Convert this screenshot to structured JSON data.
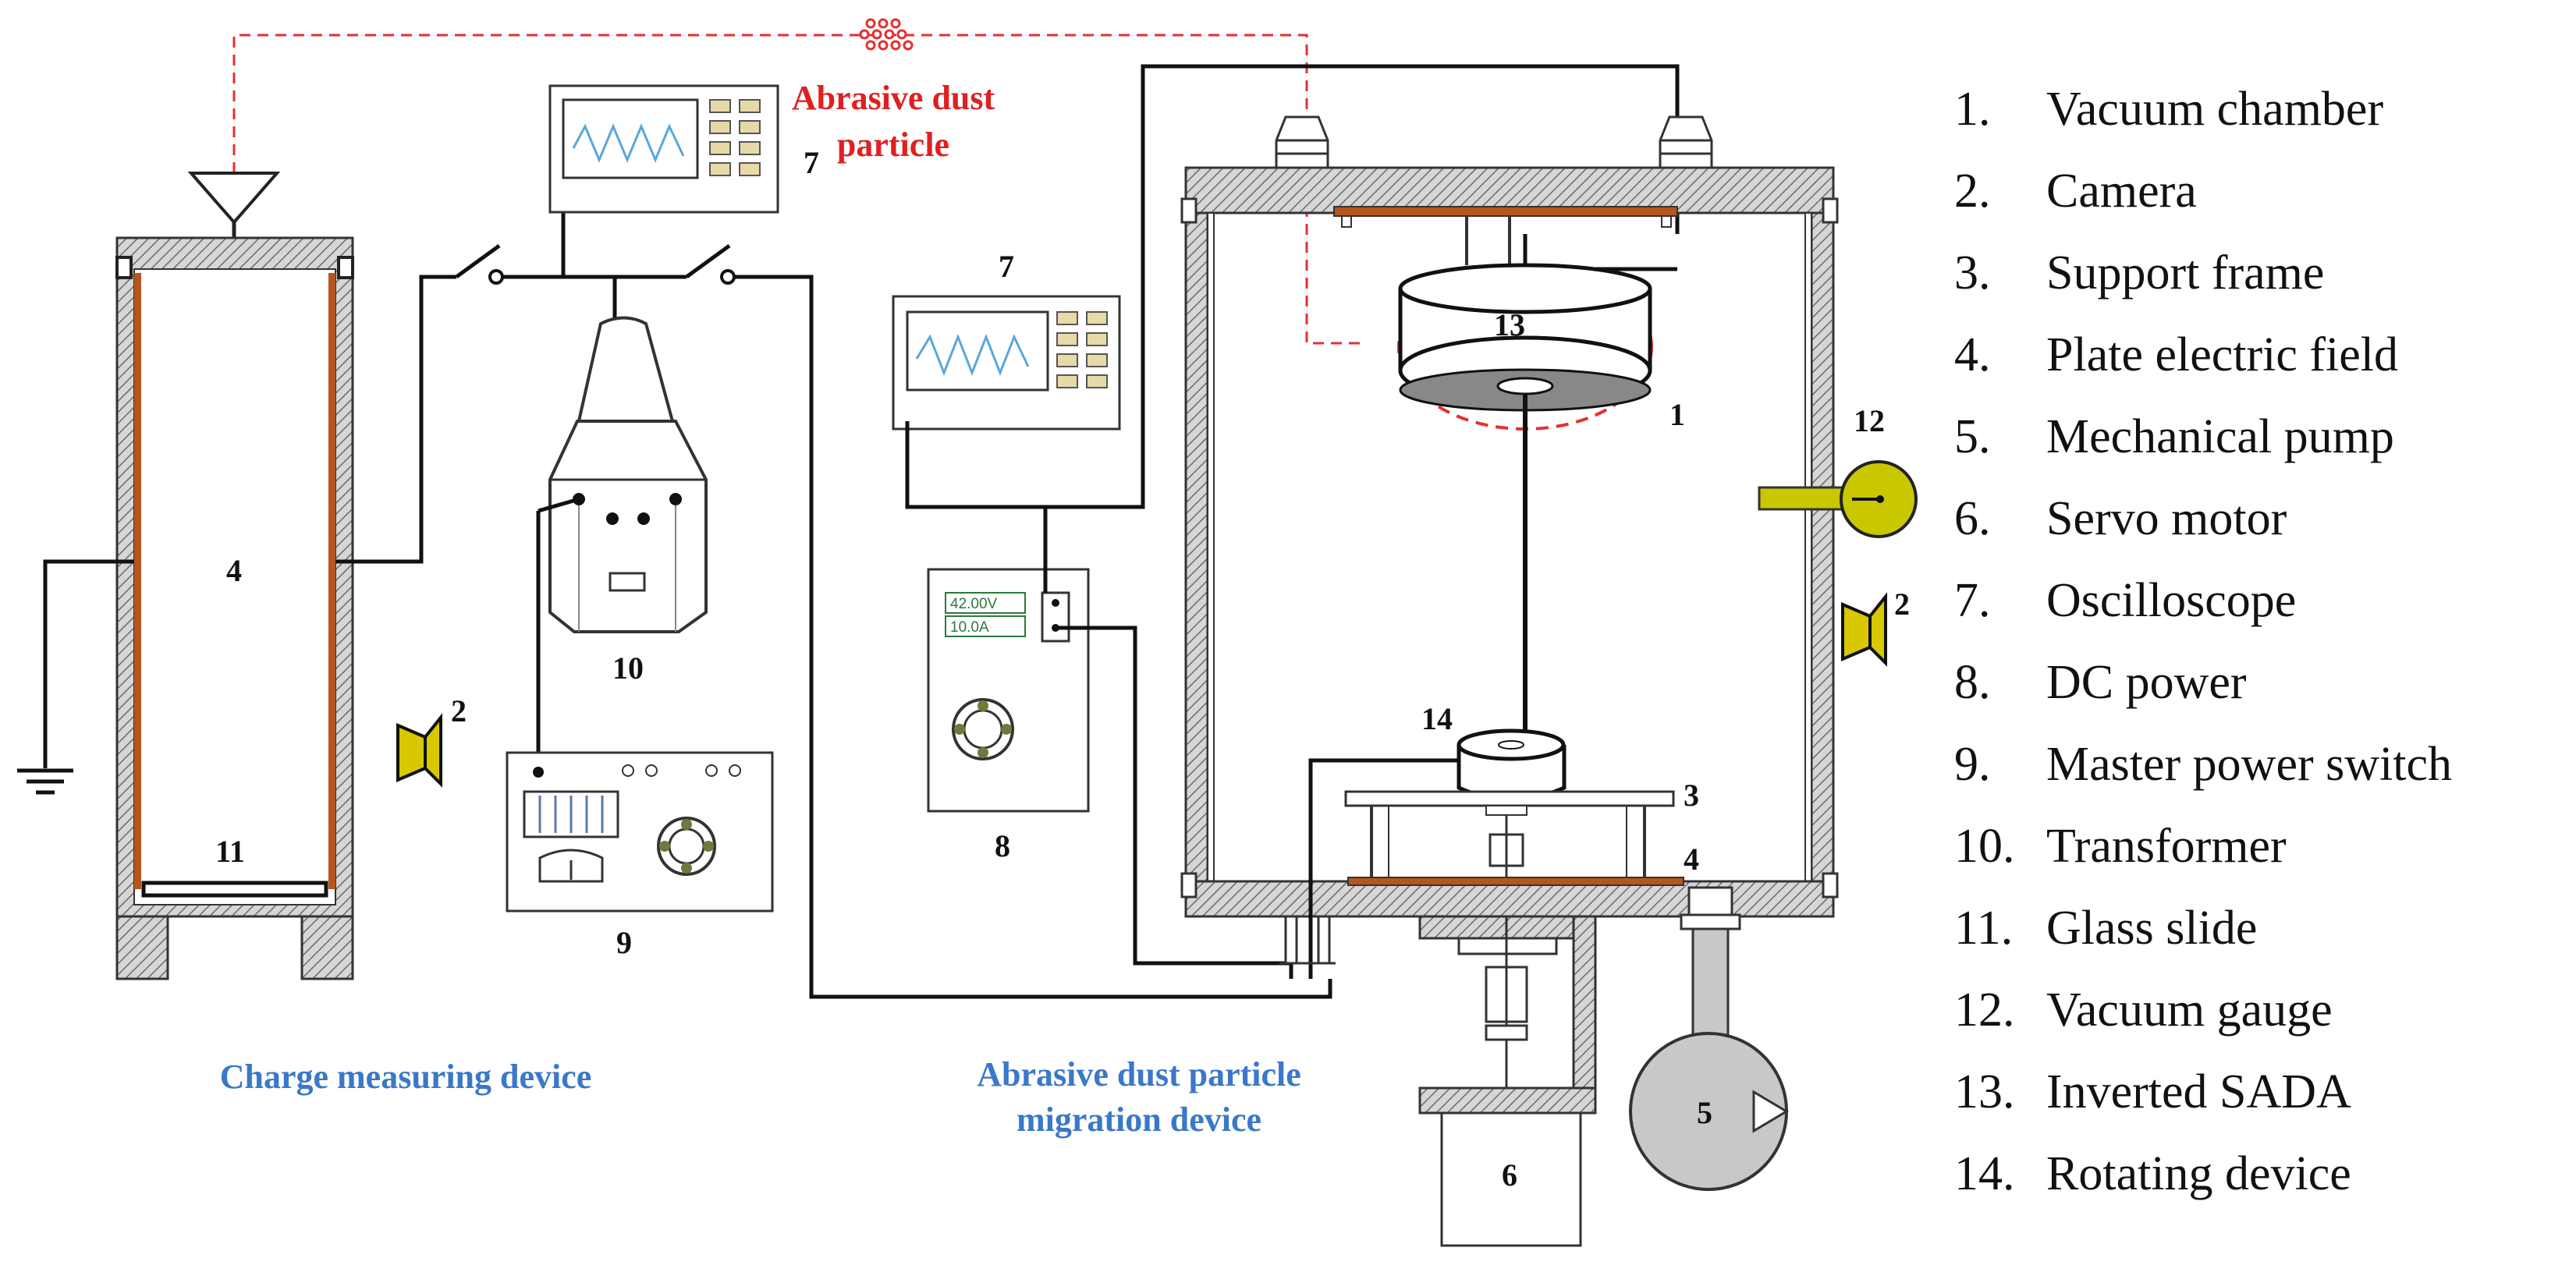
{
  "annotations": {
    "abrasive_dust_particle_line1": "Abrasive dust",
    "abrasive_dust_particle_line2": "particle",
    "charge_measuring_device": "Charge measuring device",
    "migration_device_line1": "Abrasive dust particle",
    "migration_device_line2": "migration device"
  },
  "component_numbers": {
    "vacuum_chamber": "1",
    "camera_left": "2",
    "camera_right": "2",
    "support_frame": "3",
    "plate_electric_field_chamber": "4",
    "plate_electric_field_cell": "4",
    "mechanical_pump": "5",
    "servo_motor": "6",
    "oscilloscope_left": "7",
    "oscilloscope_right": "7",
    "dc_power": "8",
    "master_power_switch": "9",
    "transformer": "10",
    "glass_slide": "11",
    "vacuum_gauge": "12",
    "inverted_sada": "13",
    "rotating_device": "14"
  },
  "dc_power_display": {
    "voltage": "42.00V",
    "current": "10.0A"
  },
  "legend": [
    {
      "num": "1.",
      "label": "Vacuum chamber"
    },
    {
      "num": "2.",
      "label": "Camera"
    },
    {
      "num": "3.",
      "label": "Support frame"
    },
    {
      "num": "4.",
      "label": "Plate electric field"
    },
    {
      "num": "5.",
      "label": "Mechanical pump"
    },
    {
      "num": "6.",
      "label": "Servo motor"
    },
    {
      "num": "7.",
      "label": "Oscilloscope"
    },
    {
      "num": "8.",
      "label": "DC power"
    },
    {
      "num": "9.",
      "label": "Master power switch"
    },
    {
      "num": "10.",
      "label": "Transformer"
    },
    {
      "num": "11.",
      "label": "Glass slide"
    },
    {
      "num": "12.",
      "label": "Vacuum gauge"
    },
    {
      "num": "13.",
      "label": "Inverted SADA"
    },
    {
      "num": "14.",
      "label": "Rotating device"
    }
  ],
  "colors": {
    "electrode_copper": "#b5561e",
    "annotation_blue": "#3a78c9",
    "annotation_red": "#e02020",
    "screen_wave": "#5aa7dc",
    "camera_yellow": "#d8c800",
    "gauge_yellow": "#c9c700",
    "pump_gray": "#c8c8c8"
  }
}
